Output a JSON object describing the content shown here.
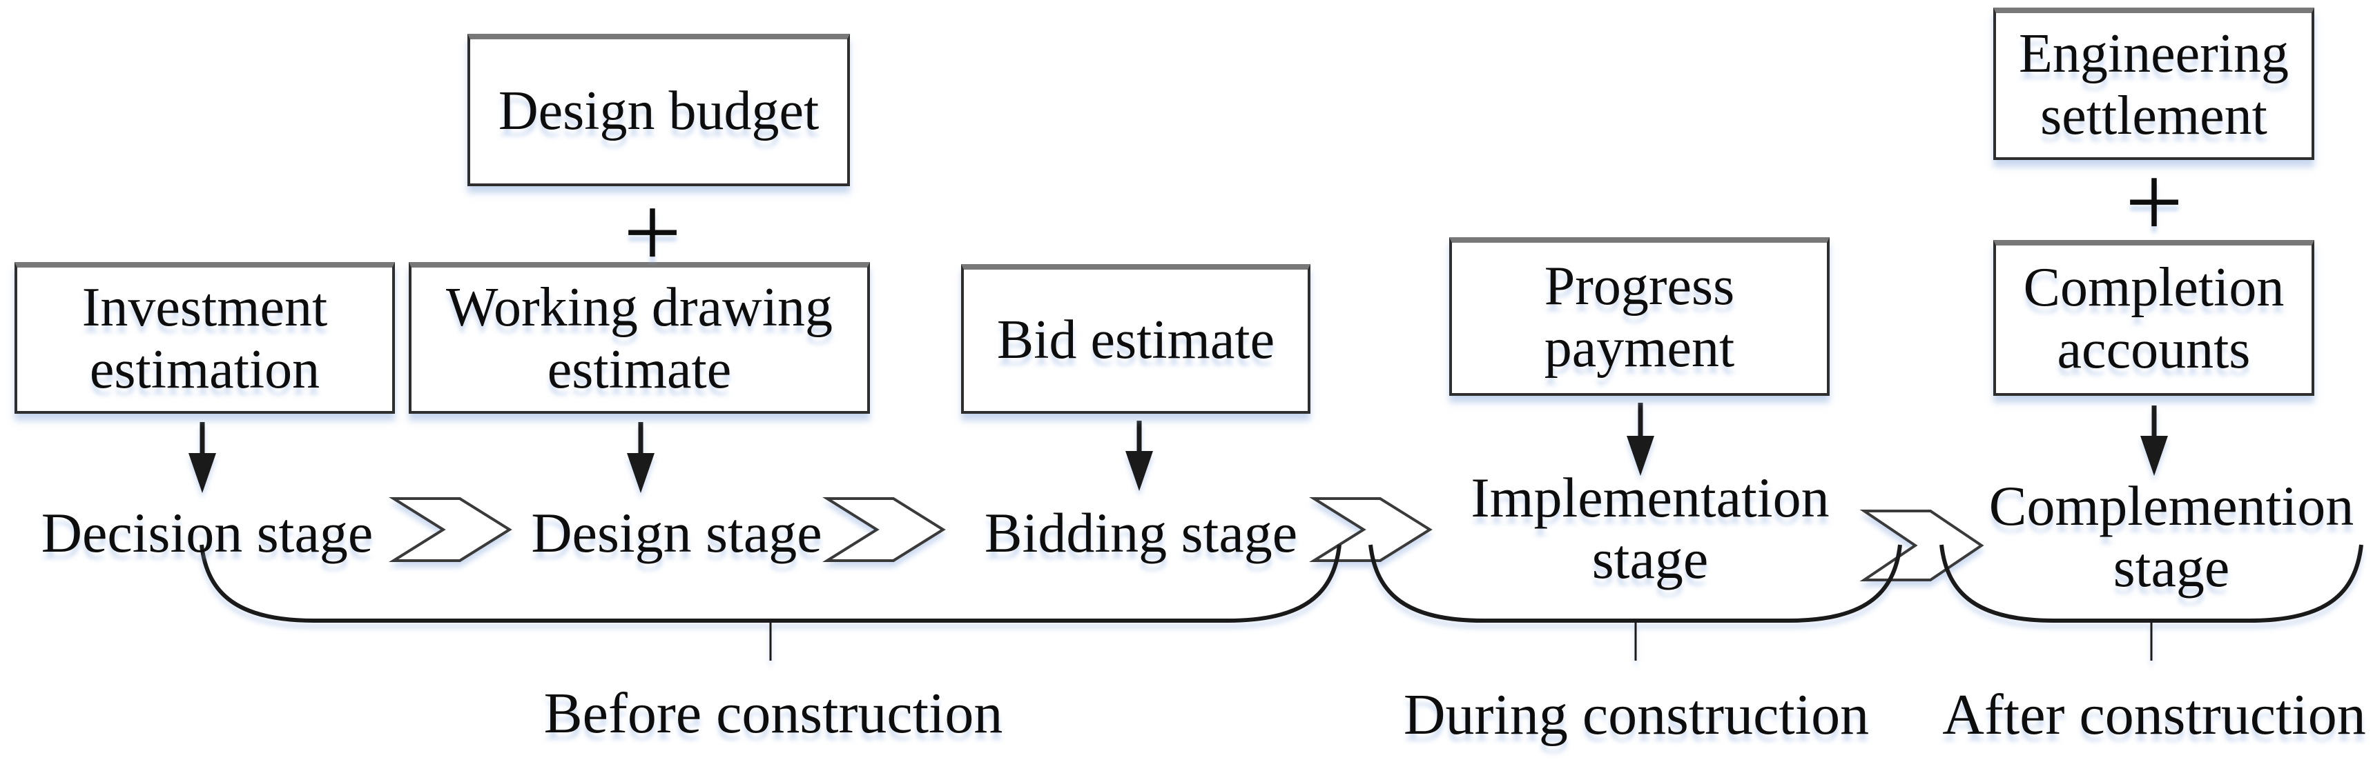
{
  "boxes": {
    "design_budget": "Design budget",
    "investment_estimation": "Investment estimation",
    "working_drawing_estimate": "Working drawing estimate",
    "bid_estimate": "Bid estimate",
    "progress_payment": "Progress payment",
    "engineering_settlement": "Engineering settlement",
    "completion_accounts": "Completion accounts"
  },
  "operators": {
    "plus": "+"
  },
  "stages": {
    "decision": "Decision stage",
    "design": "Design stage",
    "bidding": "Bidding stage",
    "implementation": "Implementation stage",
    "complemention": "Complemention stage"
  },
  "phases": {
    "before": "Before construction",
    "during": "During construction",
    "after": "After construction"
  },
  "relations": {
    "cost_documents_to_stages": [
      {
        "documents": [
          "Investment estimation"
        ],
        "stage": "Decision stage"
      },
      {
        "documents": [
          "Design budget",
          "Working drawing estimate"
        ],
        "joined_by": "+",
        "stage": "Design stage"
      },
      {
        "documents": [
          "Bid estimate"
        ],
        "stage": "Bidding stage"
      },
      {
        "documents": [
          "Progress payment"
        ],
        "stage": "Implementation stage"
      },
      {
        "documents": [
          "Engineering settlement",
          "Completion accounts"
        ],
        "joined_by": "+",
        "stage": "Complemention stage"
      }
    ],
    "stage_sequence": [
      "Decision stage",
      "Design stage",
      "Bidding stage",
      "Implementation stage",
      "Complemention stage"
    ],
    "phase_groups": [
      {
        "phase": "Before construction",
        "stages": [
          "Decision stage",
          "Design stage",
          "Bidding stage"
        ]
      },
      {
        "phase": "During construction",
        "stages": [
          "Implementation stage"
        ]
      },
      {
        "phase": "After construction",
        "stages": [
          "Complemention stage"
        ]
      }
    ]
  },
  "colors": {
    "background": "#ffffff",
    "line": "#1a1a1a",
    "box_border": "#2e2e2e",
    "box_top_edge": "#787878",
    "soft_shadow": "rgba(148,178,224,0.45)"
  }
}
